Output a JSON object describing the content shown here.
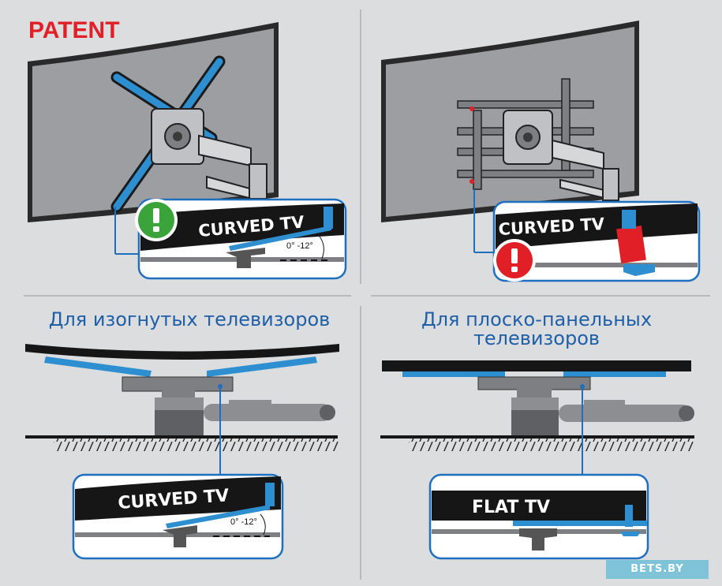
{
  "patent_label": "PATENT",
  "panels": {
    "top_left": {
      "tv_label": "CURVED TV",
      "angle_label": "0° -12°",
      "status": "ok"
    },
    "top_right": {
      "tv_label": "CURVED TV",
      "status": "warning"
    },
    "bottom_left": {
      "caption": "Для изогнутых телевизоров",
      "tv_label": "CURVED TV",
      "angle_label": "0° -12°"
    },
    "bottom_right": {
      "caption_line1": "Для плоско-панельных",
      "caption_line2": "телевизоров",
      "tv_label": "FLAT TV"
    }
  },
  "brand": "BETS.BY",
  "colors": {
    "accent_blue": "#1f6fbf",
    "bracket_blue": "#2e8fd0",
    "ok_green": "#3aa33a",
    "warn_red": "#e01f26",
    "dark": "#1a1a1a",
    "metal_gray": "#7d7f82",
    "background": "#dcdddf"
  },
  "icons": [
    "exclamation-ok-icon",
    "exclamation-warning-icon"
  ]
}
